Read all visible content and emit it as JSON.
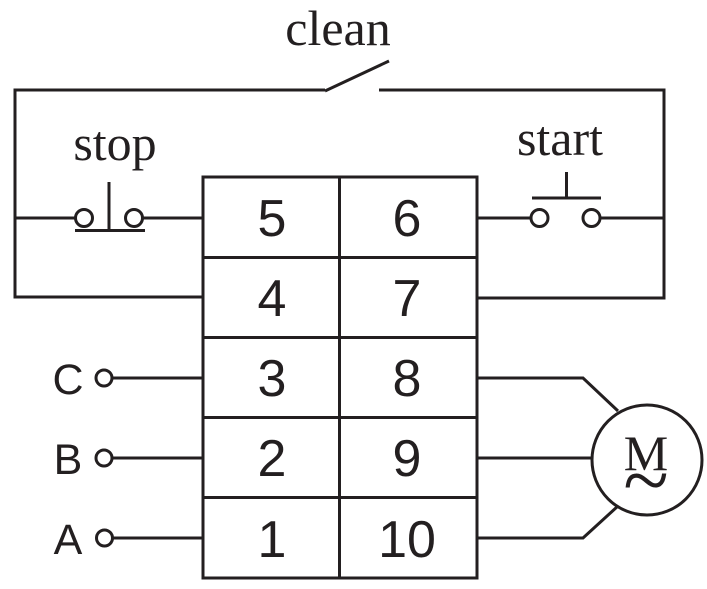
{
  "switches": {
    "clean": "clean",
    "stop": "stop",
    "start": "start"
  },
  "terminal_block": {
    "rows": [
      {
        "left": "5",
        "right": "6"
      },
      {
        "left": "4",
        "right": "7"
      },
      {
        "left": "3",
        "right": "8"
      },
      {
        "left": "2",
        "right": "9"
      },
      {
        "left": "1",
        "right": "10"
      }
    ]
  },
  "phase_inputs": [
    "C",
    "B",
    "A"
  ],
  "motor": {
    "letter": "M",
    "ac_symbol": "~"
  },
  "colors": {
    "ink": "#231f20",
    "background": "#ffffff"
  }
}
